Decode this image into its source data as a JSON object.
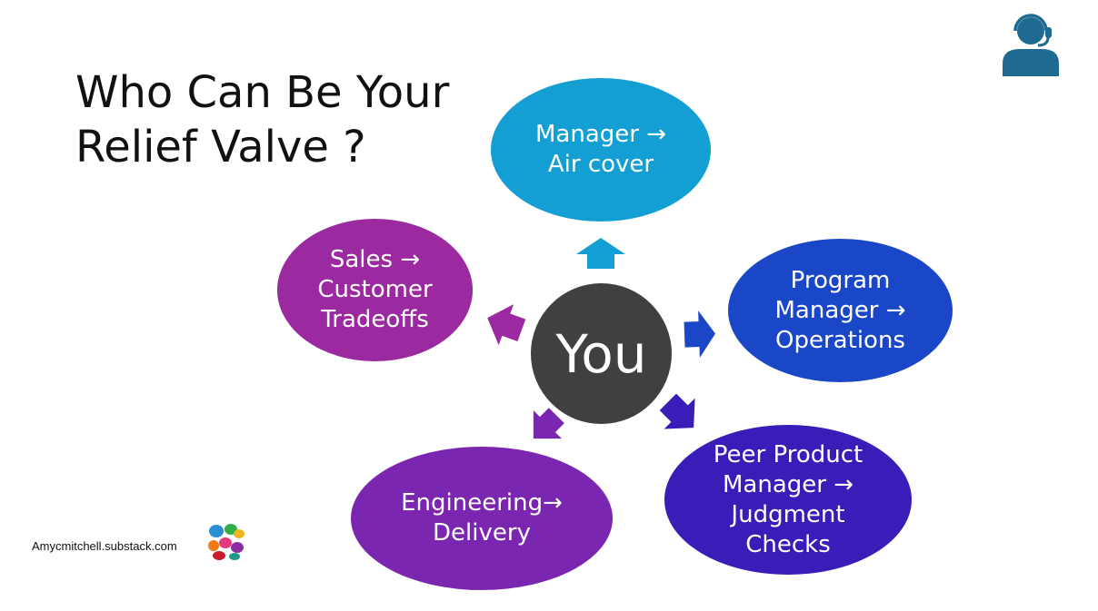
{
  "title": {
    "line1": "Who Can Be Your",
    "line2": "Relief Valve ?"
  },
  "center": {
    "label": "You",
    "color": "#404040"
  },
  "nodes": [
    {
      "id": "manager",
      "lines": [
        "Manager →",
        "Air cover"
      ],
      "color": "#139fd4"
    },
    {
      "id": "program-manager",
      "lines": [
        "Program",
        "Manager →",
        "Operations"
      ],
      "color": "#1a47c8"
    },
    {
      "id": "peer-product-manager",
      "lines": [
        "Peer Product",
        "Manager →",
        "Judgment",
        "Checks"
      ],
      "color": "#3a1cb8"
    },
    {
      "id": "engineering",
      "lines": [
        "Engineering→",
        "Delivery"
      ],
      "color": "#7a26b0"
    },
    {
      "id": "sales",
      "lines": [
        "Sales →",
        "Customer",
        "Tradeoffs"
      ],
      "color": "#9b2aa0"
    }
  ],
  "footer": {
    "credit": "Amycmitchell.substack.com"
  },
  "icons": {
    "top_right": "customer-support-agent-icon",
    "footer_logo": "colorful-hands-logo"
  }
}
